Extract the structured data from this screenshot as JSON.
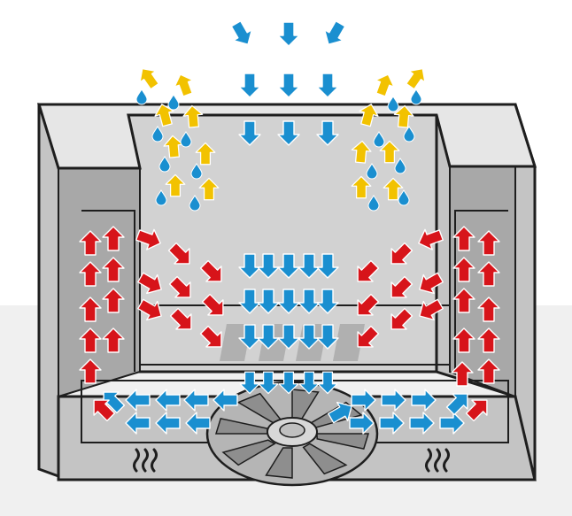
{
  "diagram": {
    "description_visible_text": "",
    "colors": {
      "cool_air": "#1a8fd0",
      "hot_air": "#d7141a",
      "steam": "#f2c200",
      "water_drop": "#1a8fd0",
      "outline": "#1e1e1e",
      "wall_light": "#e6e6e6",
      "wall_mid": "#c4c4c4",
      "wall_dark": "#a8a8a8",
      "cavity": "#d2d2d2",
      "fan": "#b5b5b5",
      "floor_band": "#f0f0f0"
    },
    "icons": {
      "cool_air": "arrow-icon",
      "hot_air": "arrow-icon",
      "steam": "arrow-icon",
      "water_drop": "droplet-icon",
      "heater": "heat-wave-icon",
      "fan": "fan-icon"
    },
    "flows": [
      "cool-air-inflow",
      "hot-air-circulation",
      "steam-exhaust",
      "fan-return-flow"
    ]
  }
}
